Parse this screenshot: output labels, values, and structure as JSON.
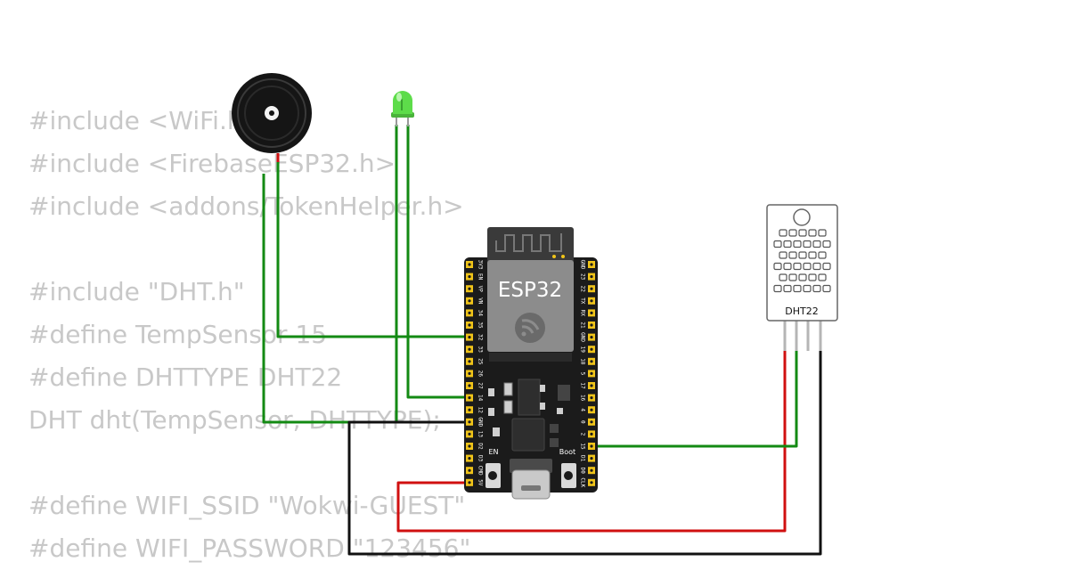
{
  "code_lines": [
    "#include <WiFi.h>",
    "#include <FirebaseESP32.h>",
    "#include <addons/TokenHelper.h>",
    "",
    "#include \"DHT.h\"",
    "#define TempSensor 15",
    "#define DHTTYPE DHT22",
    "DHT dht(TempSensor, DHTTYPE);",
    "",
    "#define WIFI_SSID \"Wokwi-GUEST\"",
    "#define WIFI_PASSWORD \"123456\""
  ],
  "esp32": {
    "label": "ESP32",
    "en_label": "EN",
    "boot_label": "Boot",
    "left_pins": [
      "3V3",
      "EN",
      "VP",
      "VN",
      "34",
      "35",
      "32",
      "33",
      "25",
      "26",
      "27",
      "14",
      "12",
      "GND",
      "13",
      "D2",
      "D3",
      "CMD",
      "5V"
    ],
    "right_pins": [
      "GND",
      "23",
      "22",
      "TX",
      "RX",
      "21",
      "GND",
      "19",
      "18",
      "5",
      "17",
      "16",
      "4",
      "0",
      "2",
      "15",
      "D1",
      "D0",
      "CLK"
    ]
  },
  "dht22": {
    "label": "DHT22"
  },
  "colors": {
    "wire_green": "#138a13",
    "wire_red": "#d01010",
    "wire_black": "#111111",
    "board": "#1b1b1b",
    "pin_gold": "#f0c419",
    "led_green": "#5ddc4a",
    "code_text": "#c8c8c8"
  },
  "icons": {
    "buzzer": "buzzer-icon",
    "led": "led-icon",
    "wifi_antenna": "antenna-icon",
    "espressif_logo": "espressif-logo-icon"
  }
}
